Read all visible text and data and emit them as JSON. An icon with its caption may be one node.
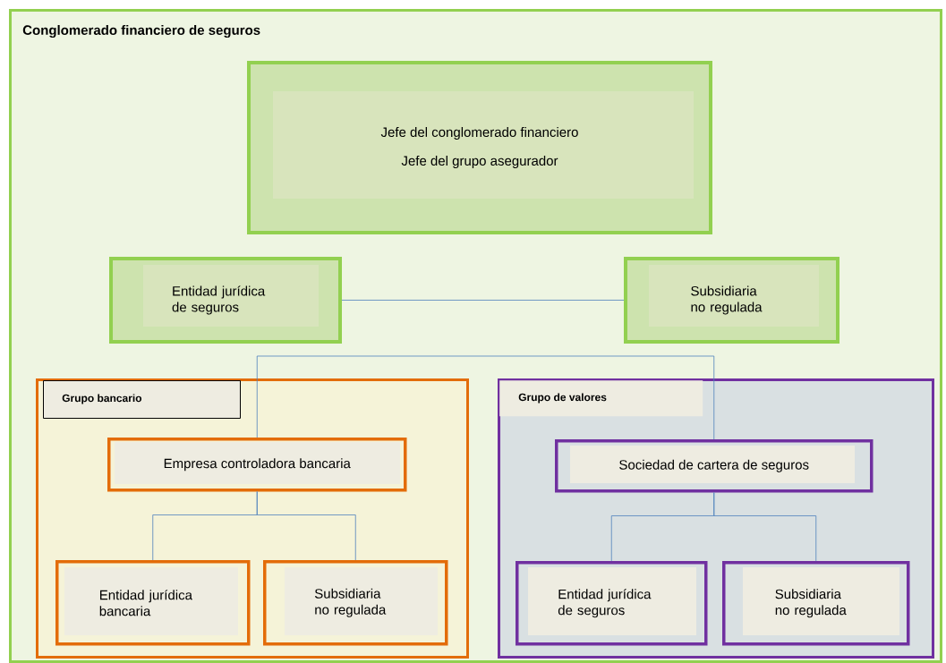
{
  "diagram": {
    "nodes": [
      {
        "text": [
          "Conglomerado financiero de seguros"
        ]
      },
      {
        "text": [
          "Jefe del conglomerado financiero",
          "Jefe del grupo asegurador"
        ],
        "in": 0
      },
      {
        "text": [
          "Entidad jurídica de seguros"
        ],
        "in": 0
      },
      {
        "text": [
          "Subsidiaria no regulada"
        ],
        "in": 0
      },
      {
        "text": [
          "Grupo bancario"
        ],
        "in": 0
      },
      {
        "text": [
          "Empresa controladora bancaria"
        ],
        "in": 4
      },
      {
        "text": [
          "Entidad jurídica bancaria"
        ],
        "in": 4
      },
      {
        "text": [
          "Subsidiaria no regulada"
        ],
        "in": 4
      },
      {
        "text": [
          "Grupo de valores"
        ],
        "in": 0
      },
      {
        "text": [
          "Sociedad de cartera de seguros"
        ],
        "in": 8
      },
      {
        "text": [
          "Entidad jurídica de seguros"
        ],
        "in": 8
      },
      {
        "text": [
          "Subsidiaria no regulada"
        ],
        "in": 8
      }
    ],
    "edges": [
      {
        "from": 2,
        "to": 3,
        "arrow": "none"
      },
      {
        "from": 5,
        "to": 9,
        "arrow": "none"
      },
      {
        "from": 5,
        "to": 6,
        "arrow": "none"
      },
      {
        "from": 5,
        "to": 7,
        "arrow": "none"
      },
      {
        "from": 9,
        "to": 10,
        "arrow": "none"
      },
      {
        "from": 9,
        "to": 11,
        "arrow": "none"
      }
    ]
  }
}
